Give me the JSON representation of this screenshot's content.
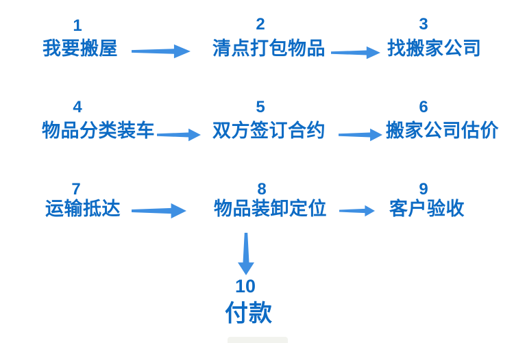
{
  "colors": {
    "step_text": "#0d6bc4",
    "arrow": "#3e8fe2",
    "background": "#ffffff"
  },
  "flowchart": {
    "steps": [
      {
        "number": "1",
        "label": "我要搬屋"
      },
      {
        "number": "2",
        "label": "清点打包物品"
      },
      {
        "number": "3",
        "label": "找搬家公司"
      },
      {
        "number": "4",
        "label": "物品分类装车"
      },
      {
        "number": "5",
        "label": "双方签订合约"
      },
      {
        "number": "6",
        "label": "搬家公司估价"
      },
      {
        "number": "7",
        "label": "运输抵达"
      },
      {
        "number": "8",
        "label": "物品装卸定位"
      },
      {
        "number": "9",
        "label": "客户验收"
      },
      {
        "number": "10",
        "label": "付款"
      }
    ],
    "connections": [
      {
        "from": "1",
        "to": "2",
        "direction": "right"
      },
      {
        "from": "2",
        "to": "3",
        "direction": "right"
      },
      {
        "from": "4",
        "to": "5",
        "direction": "right"
      },
      {
        "from": "5",
        "to": "6",
        "direction": "right"
      },
      {
        "from": "7",
        "to": "8",
        "direction": "right"
      },
      {
        "from": "8",
        "to": "9",
        "direction": "right"
      },
      {
        "from": "8",
        "to": "10",
        "direction": "down"
      }
    ]
  }
}
